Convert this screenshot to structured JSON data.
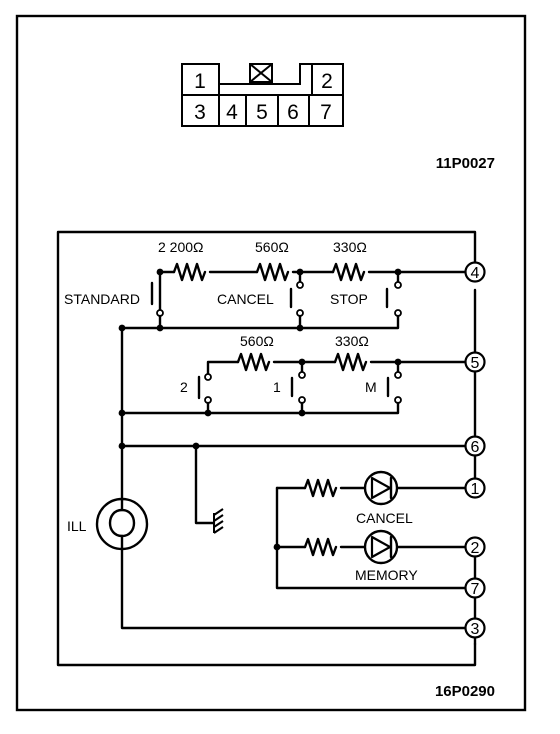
{
  "connector": {
    "pins_top": [
      "1",
      "2"
    ],
    "pins_bottom": [
      "3",
      "4",
      "5",
      "6",
      "7"
    ],
    "part_code": "11P0027"
  },
  "resistors": {
    "r_standard": "2 200Ω",
    "r_cancel": "560Ω",
    "r_stop": "330Ω",
    "r_memory_2": "560Ω",
    "r_memory_m": "330Ω"
  },
  "switches": {
    "standard": "STANDARD",
    "cancel": "CANCEL",
    "stop": "STOP",
    "sw_2": "2",
    "sw_1": "1",
    "sw_m": "M"
  },
  "indicators": {
    "cancel": "CANCEL",
    "memory": "MEMORY"
  },
  "lamp": "ILL",
  "terminals": [
    "4",
    "5",
    "6",
    "1",
    "2",
    "7",
    "3"
  ],
  "diagram_code": "16P0290"
}
